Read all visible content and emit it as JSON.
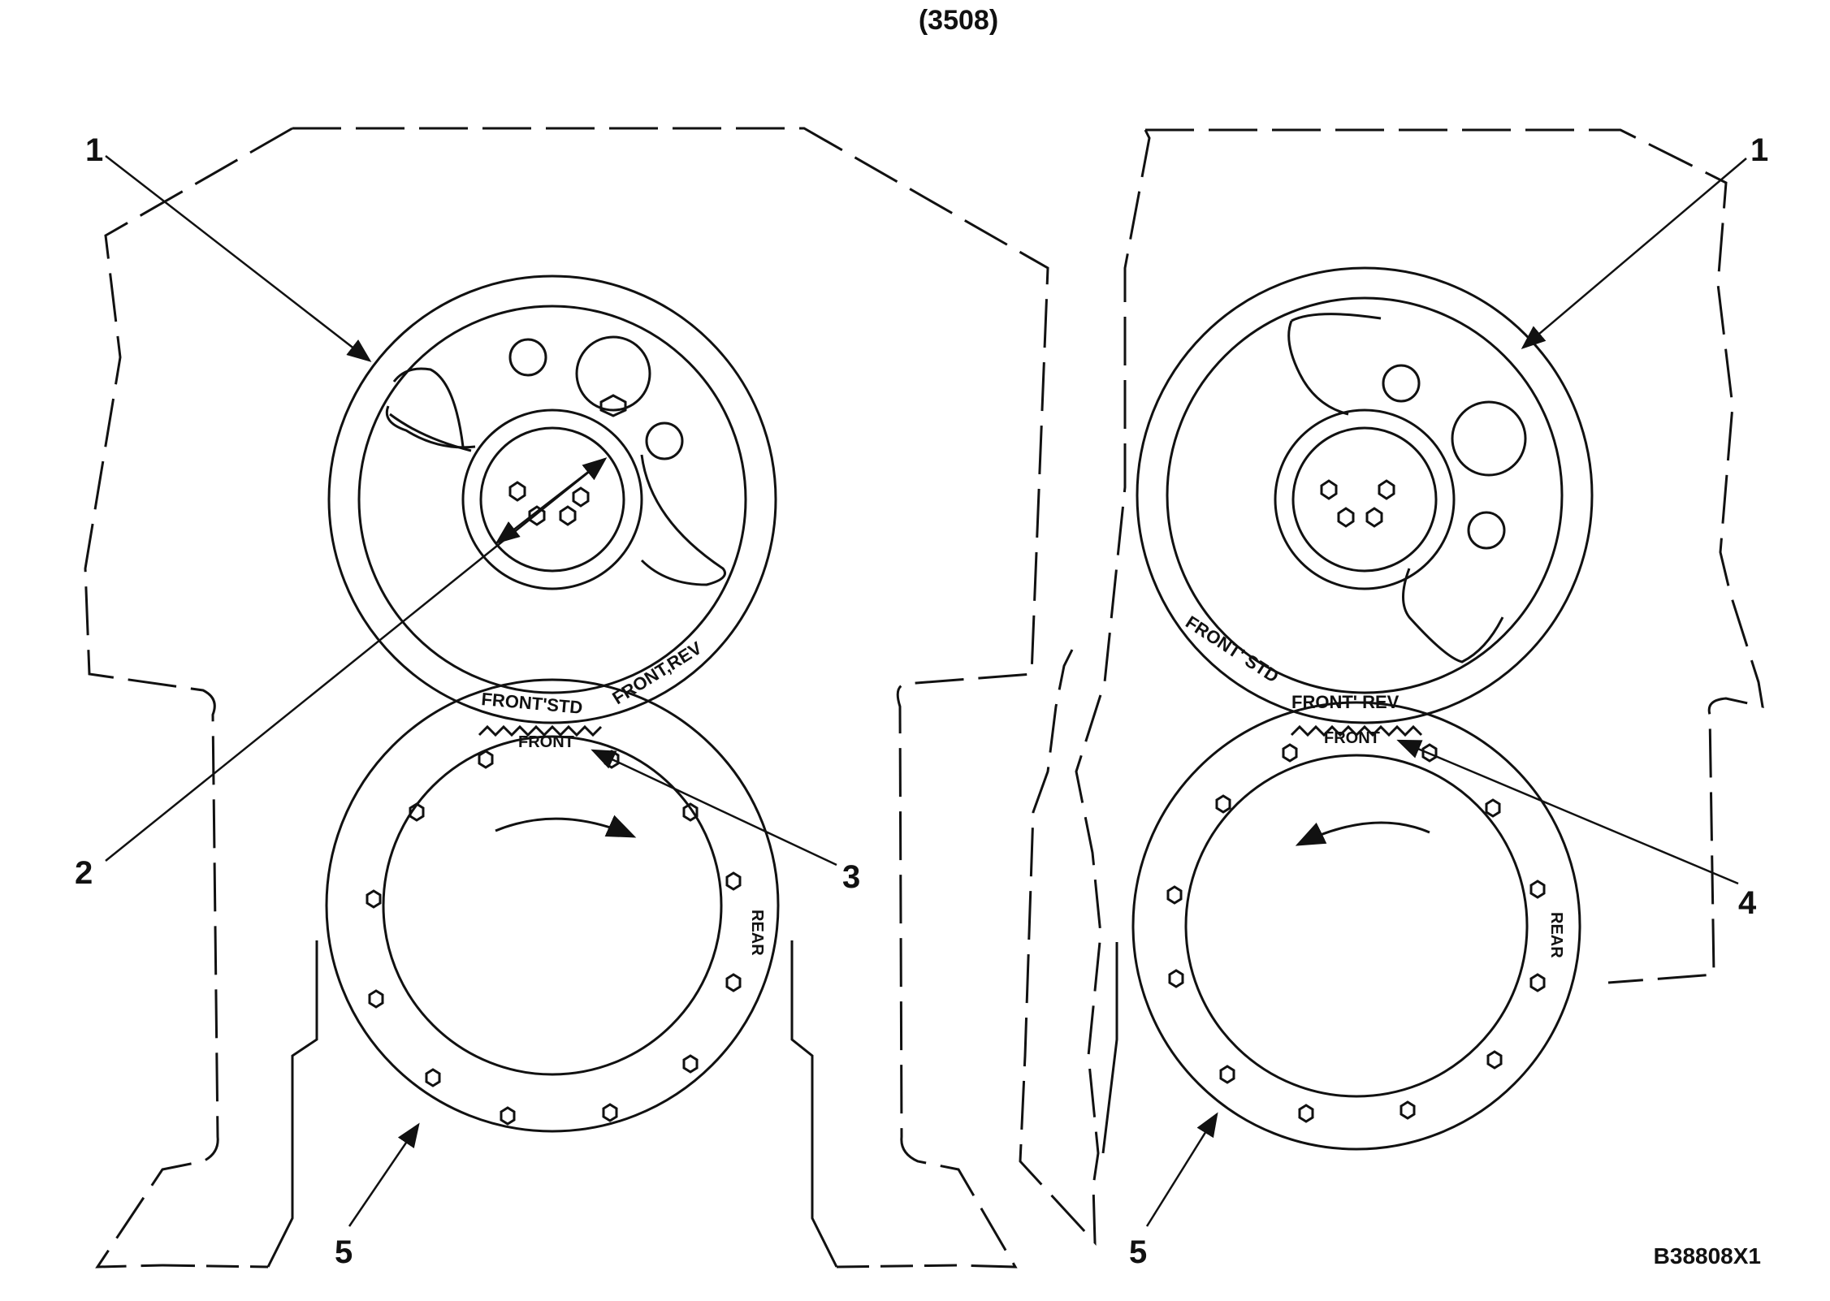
{
  "header": {
    "title": "(3508)"
  },
  "figure_id": "B38808X1",
  "left_view": {
    "callouts": [
      "1",
      "2",
      "3",
      "5"
    ],
    "timing_gear_marks": {
      "left": "FRONT'STD",
      "right": "FRONT,REV"
    },
    "crank_gear_mark": "FRONT",
    "rear_mark": "REAR"
  },
  "right_view": {
    "callouts": [
      "1",
      "4",
      "5"
    ],
    "timing_gear_marks": {
      "left": "FRONT' STD",
      "right": "FRONT'  REV"
    },
    "crank_gear_mark": "FRONT",
    "rear_mark": "REAR"
  },
  "colors": {
    "line": "#111111",
    "background": "#ffffff"
  }
}
